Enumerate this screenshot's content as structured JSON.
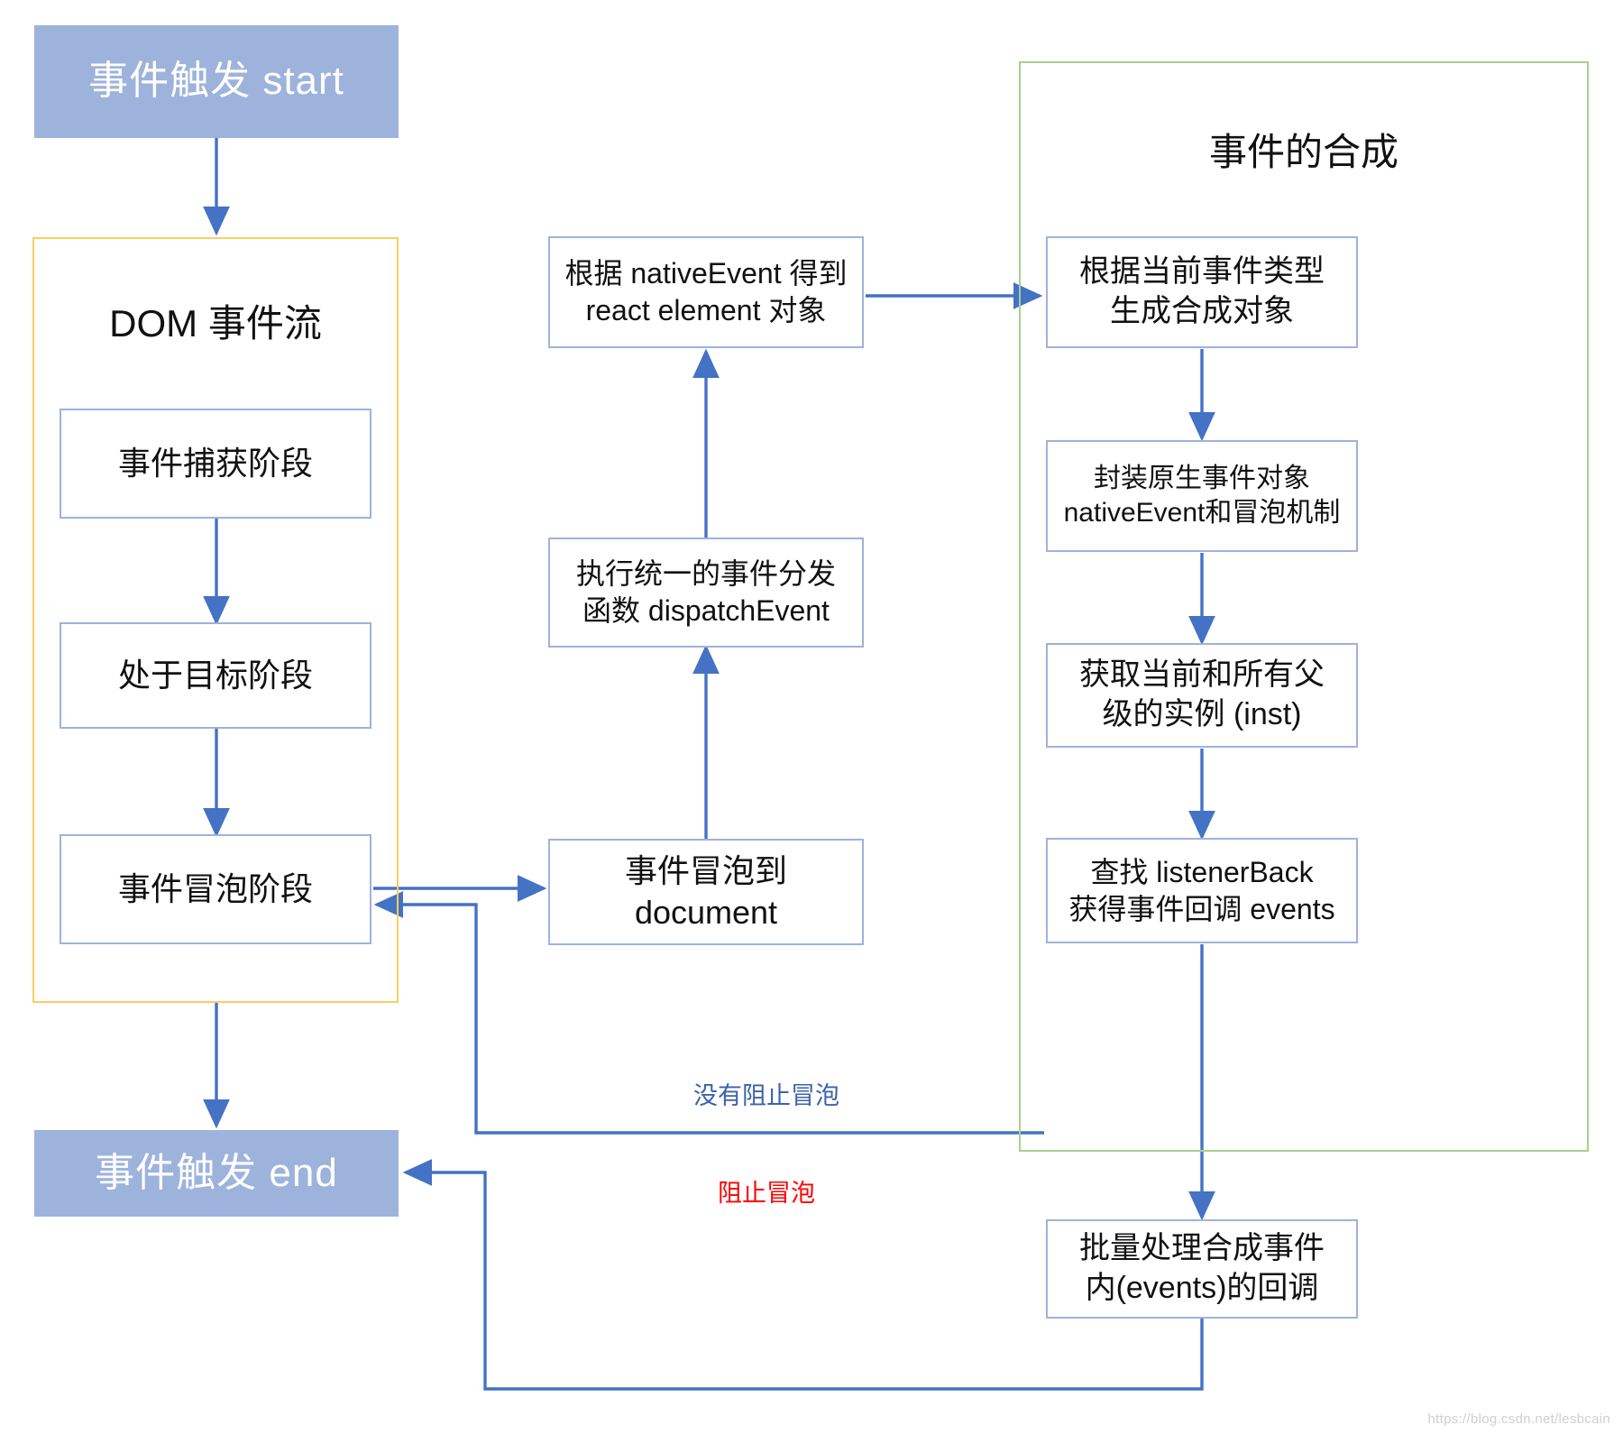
{
  "diagram": {
    "title_start": "事件触发 start",
    "title_end": "事件触发 end",
    "groups": {
      "dom_flow": "DOM 事件流",
      "synthetic": "事件的合成"
    },
    "dom_flow_steps": [
      "事件捕获阶段",
      "处于目标阶段",
      "事件冒泡阶段"
    ],
    "middle_steps": {
      "react_element": "根据 nativeEvent 得到\nreact element 对象",
      "dispatch": "执行统一的事件分发\n函数 dispatchEvent",
      "bubble_document": "事件冒泡到\ndocument"
    },
    "synthetic_steps": [
      "根据当前事件类型\n生成合成对象",
      "封装原生事件对象\nnativeEvent和冒泡机制",
      "获取当前和所有父\n级的实例 (inst)",
      "查找 listenerBack\n获得事件回调 events"
    ],
    "batch_step": "批量处理合成事件\n内(events)的回调",
    "edge_labels": {
      "no_stop_propagation": "没有阻止冒泡",
      "stop_propagation": "阻止冒泡"
    },
    "watermark": "https://blog.csdn.net/lesbcain",
    "colors": {
      "terminal_fill": "#9DB3DC",
      "node_border": "#9DB3DC",
      "arrow": "#4472C4",
      "group_orange": "#FBCE5E",
      "group_green": "#A9D08E",
      "label_blue": "#3B62AC",
      "label_red": "#FF0000"
    }
  }
}
